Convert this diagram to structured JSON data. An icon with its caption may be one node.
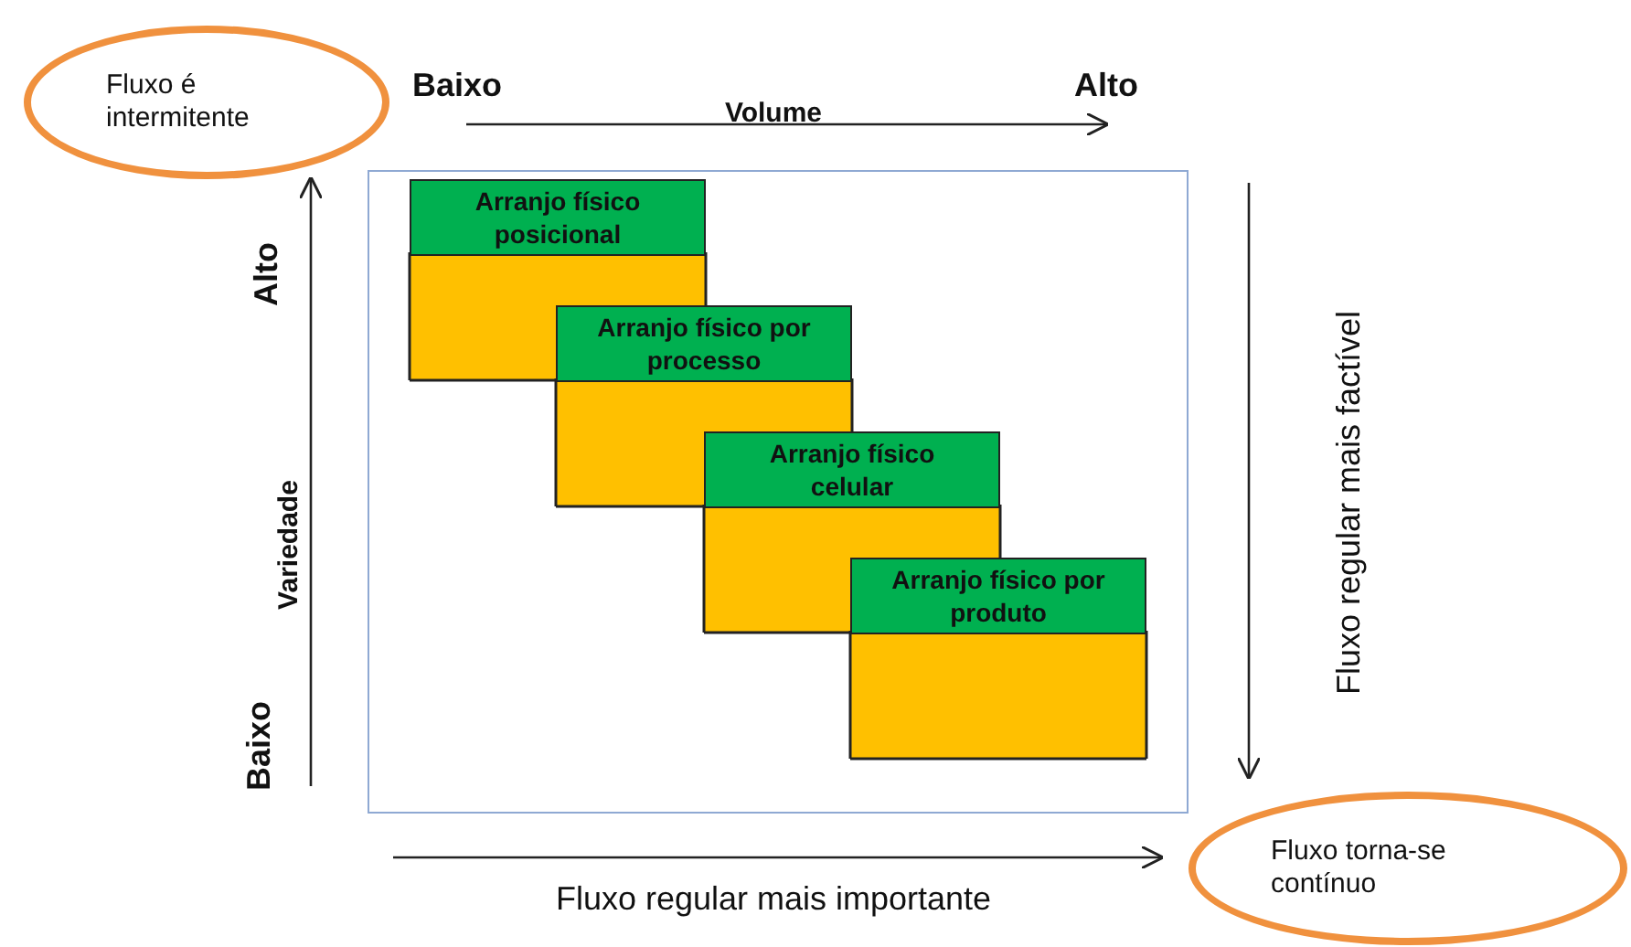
{
  "diagram": {
    "nodes": [
      {
        "text": [
          "Fluxo é intermitente"
        ]
      },
      {
        "text": [
          "Fluxo torna-se contínuo"
        ]
      },
      {
        "text": [],
        "shape": "box"
      },
      {
        "text": [
          "Arranjo físico posicional"
        ],
        "in": 2
      },
      {
        "text": [
          "Arranjo físico por processo"
        ],
        "in": 2
      },
      {
        "text": [
          "Arranjo físico celular"
        ],
        "in": 2
      },
      {
        "text": [
          "Arranjo físico por produto"
        ],
        "in": 2
      }
    ],
    "labels": [
      "Baixo",
      "Alto",
      "Volume",
      "Alto",
      "Variedade",
      "Baixo",
      "Fluxo regular mais factível",
      "Fluxo regular mais importante"
    ]
  }
}
